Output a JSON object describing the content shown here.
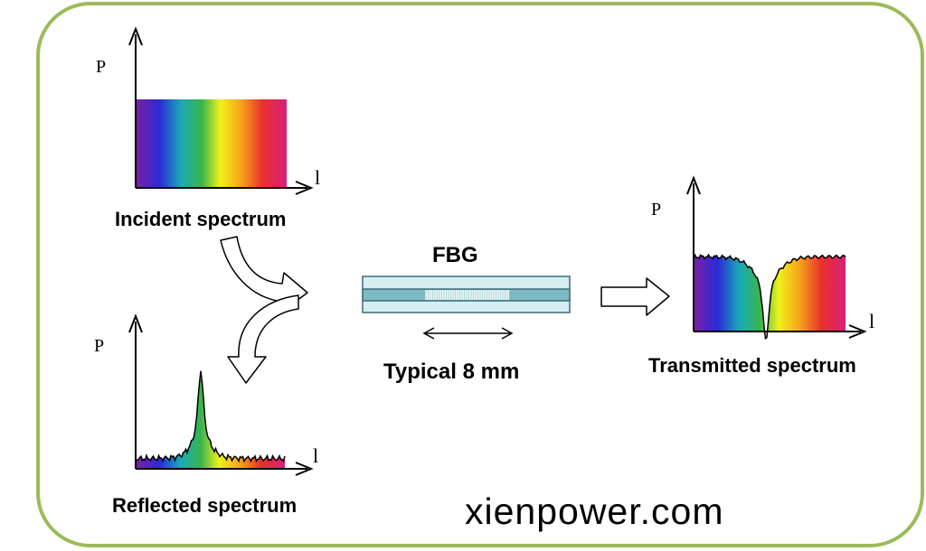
{
  "colors": {
    "frame": "#9bbb59",
    "fiber_fill": "#d6eef2",
    "fiber_stroke": "#3a6e76",
    "core_fill": "#7fb9c2",
    "spectrum": [
      "#7a1fa2",
      "#2b2bd6",
      "#1aa9b8",
      "#3ab54a",
      "#f0f21a",
      "#f7a21b",
      "#e8312c",
      "#d91f7a"
    ]
  },
  "axis_labels": {
    "power": "P",
    "wavelength": "l"
  },
  "incident": {
    "label": "Incident spectrum"
  },
  "reflected": {
    "label": "Reflected spectrum"
  },
  "transmitted": {
    "label": "Transmitted spectrum"
  },
  "fbg": {
    "title": "FBG",
    "length_label": "Typical 8 mm"
  },
  "watermark": "xienpower.com",
  "icons": [
    "curved-arrow-icon",
    "block-arrow-right-icon",
    "double-arrow-icon"
  ]
}
